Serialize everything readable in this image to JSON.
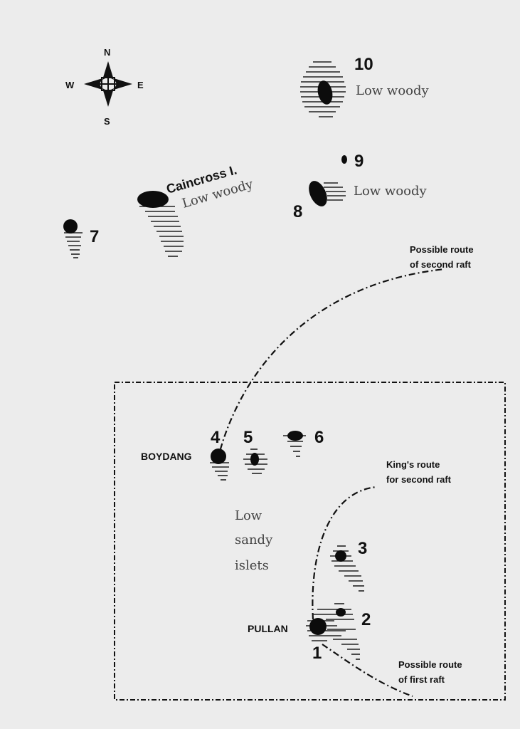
{
  "compass": {
    "n": "N",
    "s": "S",
    "e": "E",
    "w": "W"
  },
  "islands": [
    {
      "id": "10",
      "label": "10",
      "vegetation": "Low woody"
    },
    {
      "id": "9",
      "label": "9"
    },
    {
      "id": "8",
      "label": "8",
      "vegetation": "Low woody"
    },
    {
      "id": "7",
      "label": "7"
    },
    {
      "id": "caincross",
      "label": "Caincross I.",
      "vegetation": "Low woody"
    },
    {
      "id": "6",
      "label": "6"
    },
    {
      "id": "5",
      "label": "5"
    },
    {
      "id": "4",
      "label": "4",
      "name": "BOYDANG"
    },
    {
      "id": "3",
      "label": "3"
    },
    {
      "id": "2",
      "label": "2"
    },
    {
      "id": "1",
      "label": "1",
      "name": "PULLAN"
    }
  ],
  "area_label": {
    "line1": "Low",
    "line2": "sandy",
    "line3": "islets"
  },
  "routes": {
    "second_raft_possible": {
      "line1": "Possible route",
      "line2": "of second raft"
    },
    "kings_route": {
      "line1": "King's route",
      "line2": "for second raft"
    },
    "first_raft_possible": {
      "line1": "Possible route",
      "line2": "of first raft"
    }
  }
}
